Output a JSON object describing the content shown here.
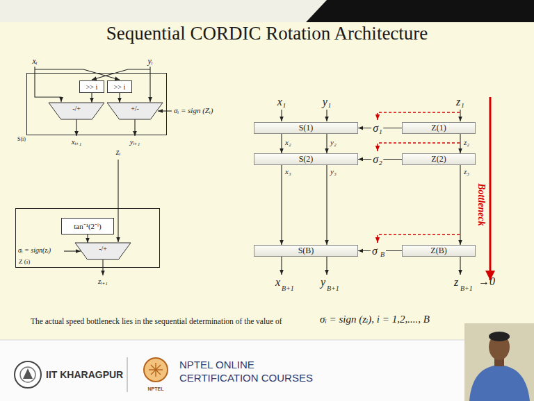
{
  "diagram": {
    "title": "Sequential CORDIC Rotation Architecture",
    "nodes": [
      {
        "text": [
          "S(i)"
        ]
      },
      {
        "text": [
          ">> i"
        ],
        "in": 0
      },
      {
        "text": [
          ">> i"
        ],
        "in": 0
      },
      {
        "text": [
          "-/+"
        ],
        "in": 0
      },
      {
        "text": [
          "+/-"
        ],
        "in": 0
      },
      {
        "text": [
          "Z (i)"
        ]
      },
      {
        "text": [
          "tan⁻¹(2⁻ⁱ)"
        ],
        "in": 5
      },
      {
        "text": [
          "-/+"
        ],
        "in": 5
      },
      {
        "text": [
          "S(1)"
        ]
      },
      {
        "text": [
          "Z(1)"
        ]
      },
      {
        "text": [
          "S(2)"
        ]
      },
      {
        "text": [
          "Z(2)"
        ]
      },
      {
        "text": [
          "S(B)"
        ]
      },
      {
        "text": [
          "Z(B)"
        ]
      }
    ],
    "edges": [
      {
        "from": 1,
        "to": 3,
        "arrow": "to"
      },
      {
        "from": 2,
        "to": 4,
        "arrow": "to"
      },
      {
        "from": 6,
        "to": 7,
        "arrow": "to"
      },
      {
        "from": 8,
        "to": 10,
        "label": "x₂",
        "arrow": "to"
      },
      {
        "from": 8,
        "to": 10,
        "label": "y₂",
        "arrow": "to"
      },
      {
        "from": 9,
        "to": 11,
        "label": "z₂",
        "arrow": "to"
      },
      {
        "from": 10,
        "to": 12,
        "label": "x₃",
        "arrow": "to"
      },
      {
        "from": 10,
        "to": 12,
        "label": "y₃",
        "arrow": "to"
      },
      {
        "from": 11,
        "to": 13,
        "label": "z₃",
        "arrow": "to"
      },
      {
        "from": 9,
        "to": 8,
        "arrow": "to"
      },
      {
        "from": 11,
        "to": 10,
        "arrow": "to"
      },
      {
        "from": 13,
        "to": 12,
        "arrow": "to"
      }
    ],
    "labels": [
      "xᵢ",
      "yᵢ",
      "σᵢ = sign (Zᵢ)",
      "xᵢ₊₁",
      "yᵢ₊₁",
      "zᵢ",
      "σᵢ = sign(zᵢ)",
      "zᵢ₊₁",
      "x₁",
      "y₁",
      "z₁",
      "σ₁",
      "σ₂",
      "σ",
      "B",
      "x",
      "B+1",
      "y",
      "B+1",
      "z",
      "B+1",
      "→0",
      "Bottleneck",
      "The actual speed bottleneck lies in the sequential determination of the value of",
      "σᵢ = sign (zᵢ), i = 1,2,...., B",
      "IIT KHARAGPUR",
      "NPTEL ONLINE",
      "CERTIFICATION COURSES",
      "NPTEL"
    ]
  }
}
